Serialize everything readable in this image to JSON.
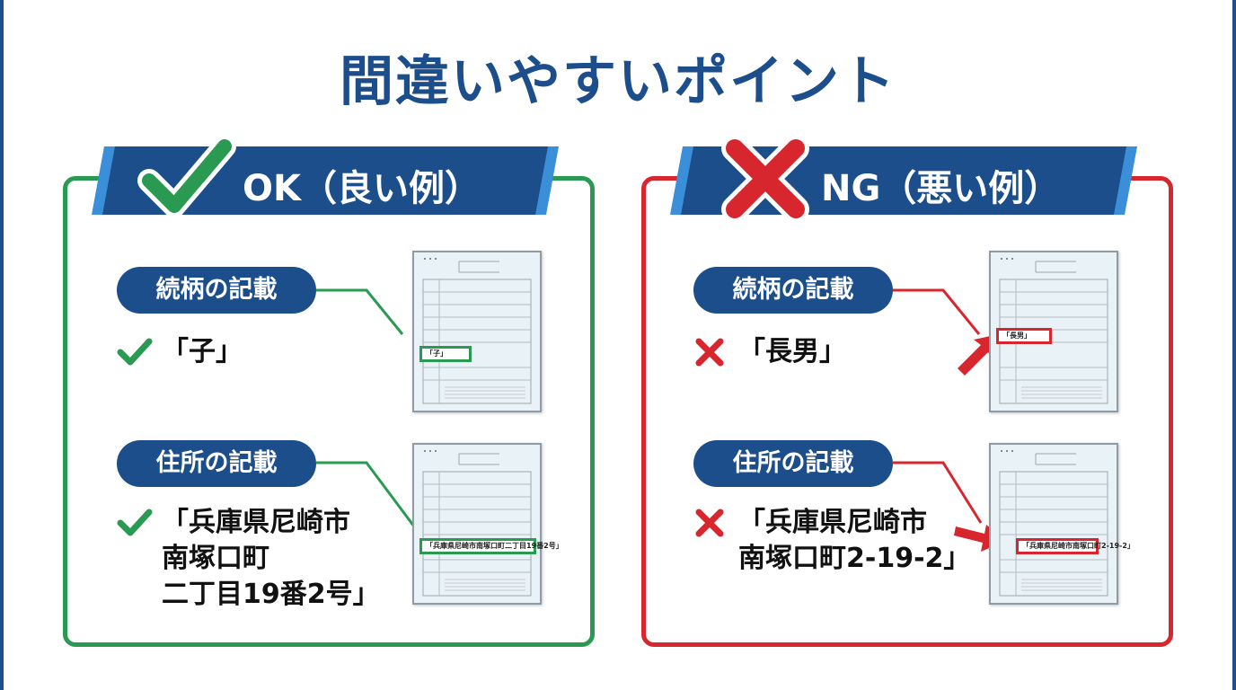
{
  "title": "間違いやすいポイント",
  "colors": {
    "primary": "#1c4e8c",
    "ok": "#2a9a52",
    "ng": "#d8262e",
    "banner_accent": "#3a8fd8"
  },
  "ok": {
    "banner": "OK（良い例）",
    "icon": "check-icon",
    "sections": [
      {
        "label": "続柄の記載",
        "lines": [
          "「子」"
        ],
        "doc_highlight": "「子」"
      },
      {
        "label": "住所の記載",
        "lines": [
          "「兵庫県尼崎市",
          "南塚口町",
          "二丁目19番2号」"
        ],
        "doc_highlight": "「兵庫県尼崎市南塚口町二丁目19番2号」"
      }
    ]
  },
  "ng": {
    "banner": "NG（悪い例）",
    "icon": "cross-icon",
    "sections": [
      {
        "label": "続柄の記載",
        "lines": [
          "「長男」"
        ],
        "doc_highlight": "「長男」"
      },
      {
        "label": "住所の記載",
        "lines": [
          "「兵庫県尼崎市",
          "南塚口町2-19-2」"
        ],
        "doc_highlight": "「兵庫県尼崎市南塚口町2-19-2」"
      }
    ]
  }
}
